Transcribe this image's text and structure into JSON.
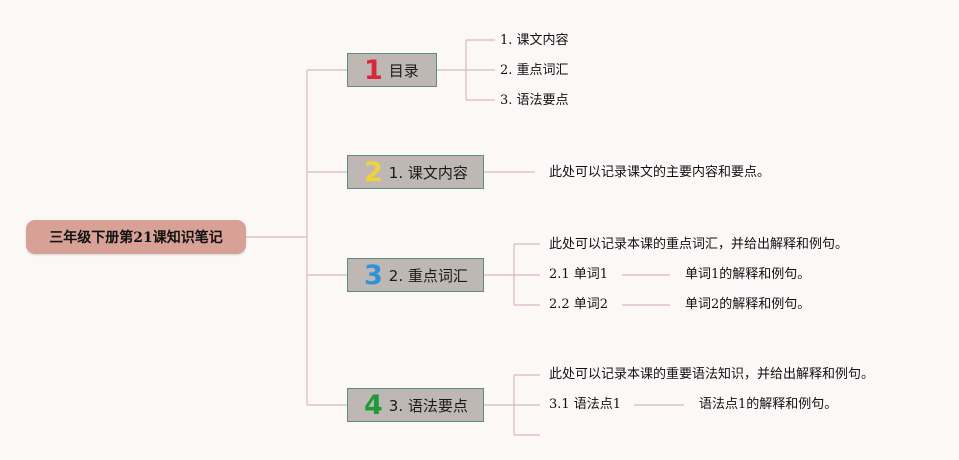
{
  "root": {
    "label": "三年级下册第21课知识笔记"
  },
  "branches": [
    {
      "number": "1",
      "number_color": "#d6283e",
      "label": "目录",
      "children": [
        "1. 课文内容",
        "2. 重点词汇",
        "3. 语法要点"
      ]
    },
    {
      "number": "2",
      "number_color": "#f2d23b",
      "label": "1. 课文内容",
      "children": [
        "此处可以记录课文的主要内容和要点。"
      ]
    },
    {
      "number": "3",
      "number_color": "#2e93d6",
      "label": "2. 重点词汇",
      "children": [
        "此处可以记录本课的重点词汇，并给出解释和例句。",
        "2.1 单词1",
        "2.2 单词2"
      ],
      "details": [
        "单词1的解释和例句。",
        "单词2的解释和例句。"
      ]
    },
    {
      "number": "4",
      "number_color": "#1f9a3a",
      "label": "3. 语法要点",
      "children": [
        "此处可以记录本课的重要语法知识，并给出解释和例句。",
        "3.1 语法点1"
      ],
      "details": [
        "语法点1的解释和例句。"
      ]
    }
  ],
  "colors": {
    "connector": "#d9bcb3",
    "root_fill": "#d7a195",
    "branch_fill": "#bfb7b3",
    "branch_border": "#5c8f7c"
  }
}
